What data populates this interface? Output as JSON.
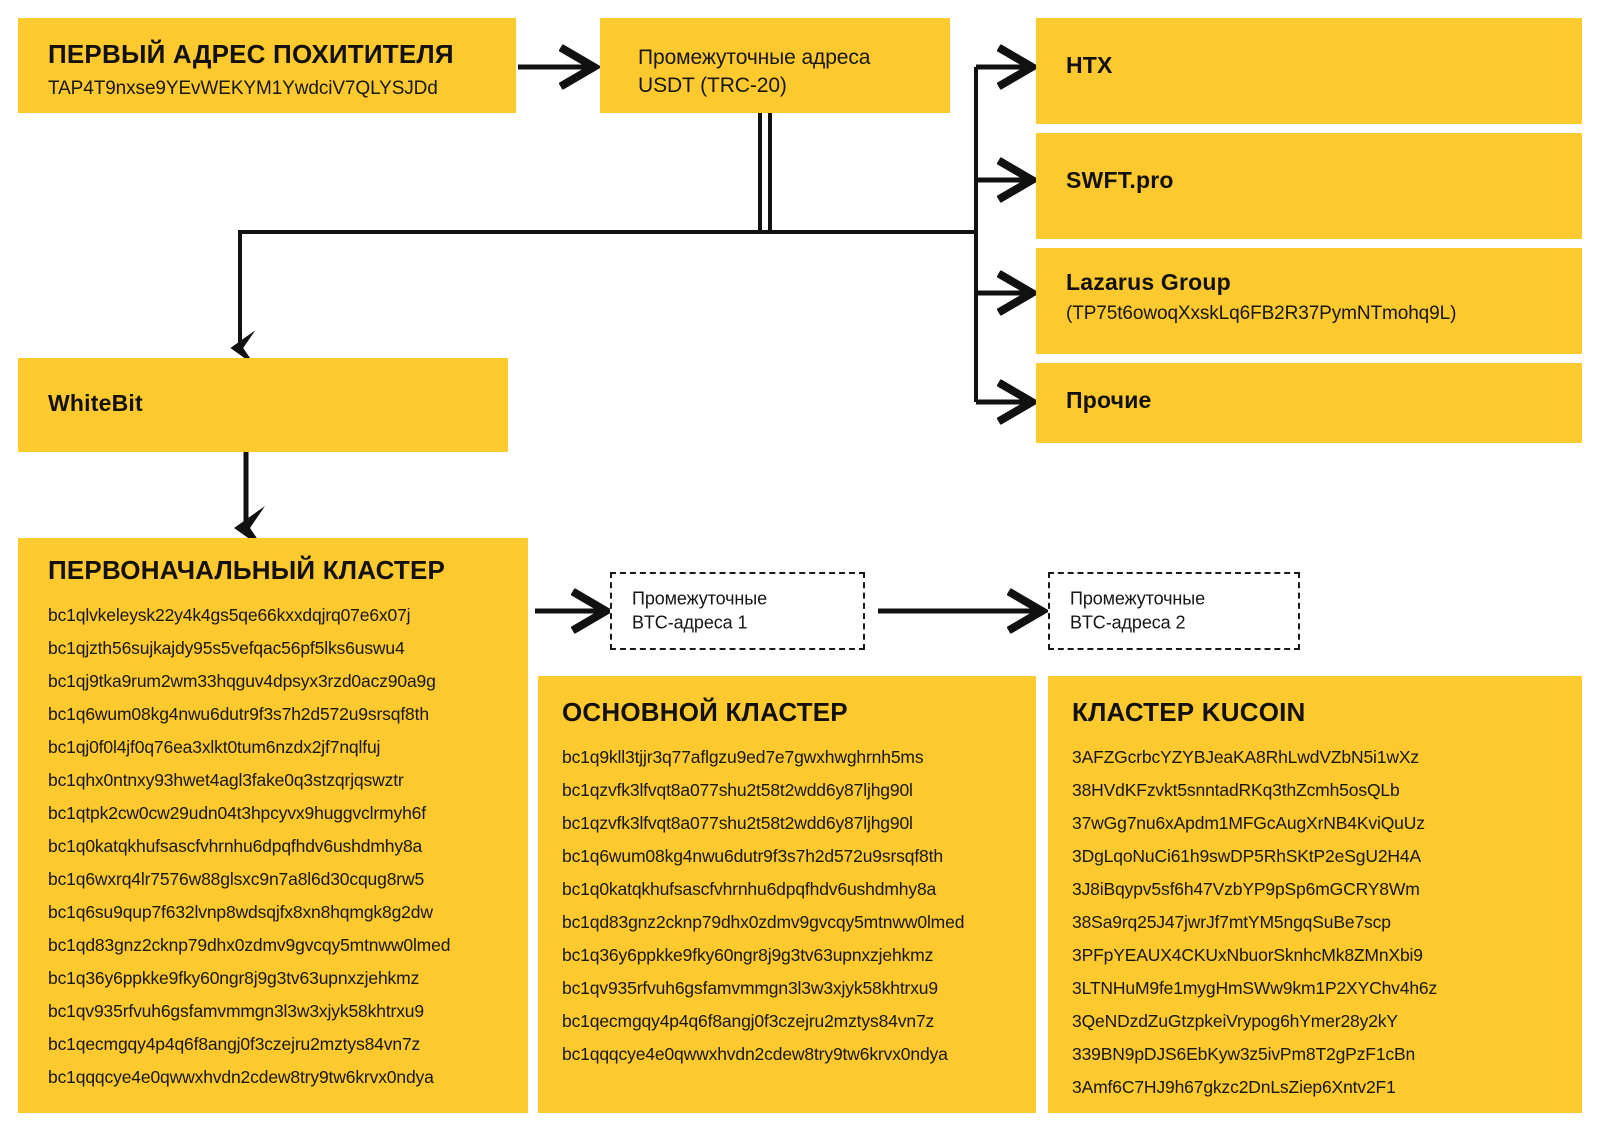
{
  "theme": {
    "accent": "#FCC92F",
    "ink": "#151515",
    "page_bg": "#FFFFFF"
  },
  "nodes": {
    "first_thief_address": {
      "title": "ПЕРВЫЙ АДРЕС ПОХИТИТЕЛЯ",
      "address": "TAP4T9nxse9YEvWEKYM1YwdciV7QLYSJDd"
    },
    "intermediate_usdt": {
      "line1": "Промежуточные адреса",
      "line2": "USDT (TRC-20)"
    },
    "htx": {
      "title": "HTX"
    },
    "swft": {
      "title": "SWFT.pro"
    },
    "lazarus": {
      "title": "Lazarus Group",
      "address": "(TP75t6owoqXxskLq6FB2R37PymNTmohq9L)"
    },
    "other": {
      "title": "Прочие"
    },
    "whitebit": {
      "title": "WhiteBit"
    },
    "intermediate_btc_1": {
      "line1": "Промежуточные",
      "line2": "BTC-адреса 1"
    },
    "intermediate_btc_2": {
      "line1": "Промежуточные",
      "line2": "BTC-адреса 2"
    },
    "initial_cluster": {
      "title": "ПЕРВОНАЧАЛЬНЫЙ КЛАСТЕР",
      "addresses": [
        "bc1qlvkeleysk22y4k4gs5qe66kxxdqjrq07e6x07j",
        "bc1qjzth56sujkajdy95s5vefqac56pf5lks6uswu4",
        "bc1qj9tka9rum2wm33hqguv4dpsyx3rzd0acz90a9g",
        "bc1q6wum08kg4nwu6dutr9f3s7h2d572u9srsqf8th",
        "bc1qj0f0l4jf0q76ea3xlkt0tum6nzdx2jf7nqlfuj",
        "bc1qhx0ntnxy93hwet4agl3fake0q3stzqrjqswztr",
        "bc1qtpk2cw0cw29udn04t3hpcyvx9huggvclrmyh6f",
        "bc1q0katqkhufsascfvhrnhu6dpqfhdv6ushdmhy8a",
        "bc1q6wxrq4lr7576w88glsxc9n7a8l6d30cqug8rw5",
        "bc1q6su9qup7f632lvnp8wdsqjfx8xn8hqmgk8g2dw",
        "bc1qd83gnz2cknp79dhx0zdmv9gvcqy5mtnww0lmed",
        "bc1q36y6ppkke9fky60ngr8j9g3tv63upnxzjehkmz",
        "bc1qv935rfvuh6gsfamvmmgn3l3w3xjyk58khtrxu9",
        "bc1qecmgqy4p4q6f8angj0f3czejru2mztys84vn7z",
        "bc1qqqcye4e0qwwxhvdn2cdew8try9tw6krvx0ndya"
      ]
    },
    "main_cluster": {
      "title": "ОСНОВНОЙ КЛАСТЕР",
      "addresses": [
        "bc1q9kll3tjjr3q77aflgzu9ed7e7gwxhwghrnh5ms",
        "bc1qzvfk3lfvqt8a077shu2t58t2wdd6y87ljhg90l",
        "bc1qzvfk3lfvqt8a077shu2t58t2wdd6y87ljhg90l",
        "bc1q6wum08kg4nwu6dutr9f3s7h2d572u9srsqf8th",
        "bc1q0katqkhufsascfvhrnhu6dpqfhdv6ushdmhy8a",
        "bc1qd83gnz2cknp79dhx0zdmv9gvcqy5mtnww0lmed",
        "bc1q36y6ppkke9fky60ngr8j9g3tv63upnxzjehkmz",
        "bc1qv935rfvuh6gsfamvmmgn3l3w3xjyk58khtrxu9",
        "bc1qecmgqy4p4q6f8angj0f3czejru2mztys84vn7z",
        "bc1qqqcye4e0qwwxhvdn2cdew8try9tw6krvx0ndya"
      ]
    },
    "kucoin_cluster": {
      "title": "КЛАСТЕР KUCOIN",
      "addresses": [
        "3AFZGcrbcYZYBJeaKA8RhLwdVZbN5i1wXz",
        "38HVdKFzvkt5snntadRKq3thZcmh5osQLb",
        "37wGg7nu6xApdm1MFGcAugXrNB4KviQuUz",
        "3DgLqoNuCi61h9swDP5RhSKtP2eSgU2H4A",
        "3J8iBqypv5sf6h47VzbYP9pSp6mGCRY8Wm",
        "38Sa9rq25J47jwrJf7mtYM5ngqSuBe7scp",
        "3PFpYEAUX4CKUxNbuorSknhcMk8ZMnXbi9",
        "3LTNHuM9fe1mygHmSWw9km1P2XYChv4h6z",
        "3QeNDzdZuGtzpkeiVrypog6hYmer28y2kY",
        "339BN9pDJS6EbKyw3z5ivPm8T2gPzF1cBn",
        "3Amf6C7HJ9h67gkzc2DnLsZiep6Xntv2F1"
      ]
    }
  }
}
